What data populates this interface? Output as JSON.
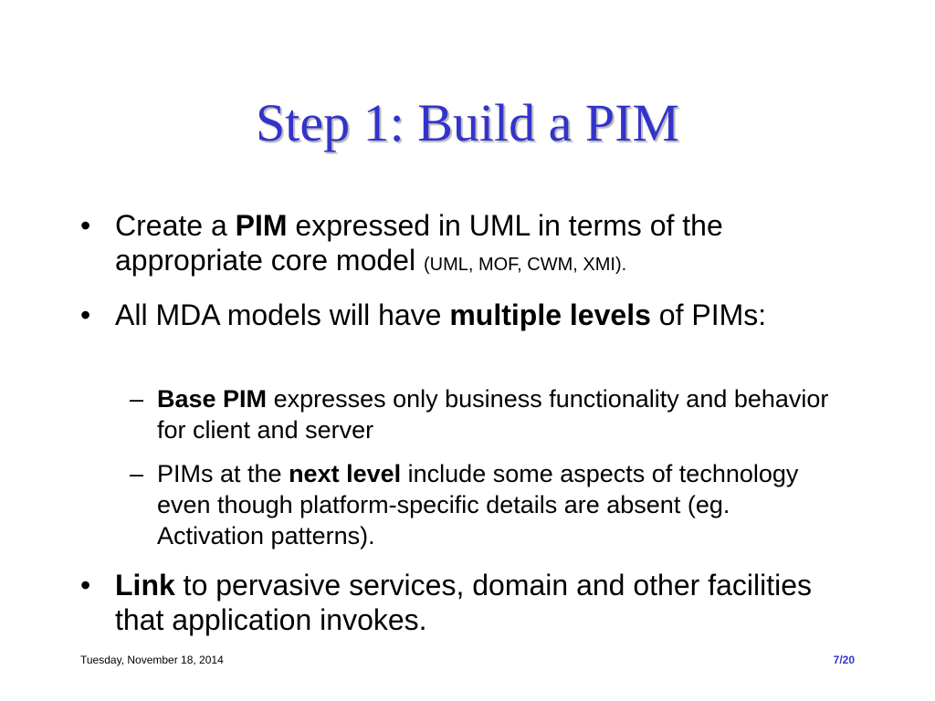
{
  "slide": {
    "title": "Step 1: Build a PIM",
    "bullets": [
      {
        "marker": "•",
        "parts": [
          {
            "text": "Create a "
          },
          {
            "text": "PIM",
            "bold": true
          },
          {
            "text": " expressed in UML in terms of the appropriate core model "
          },
          {
            "text": "(UML, MOF, CWM, XMI).",
            "small": true
          }
        ]
      },
      {
        "marker": "•",
        "parts": [
          {
            "text": "All MDA models will have "
          },
          {
            "text": "multiple levels",
            "bold": true
          },
          {
            "text": " of PIMs:"
          }
        ]
      },
      {
        "marker": "–",
        "parts": [
          {
            "text": "Base PIM",
            "bold": true
          },
          {
            "text": " expresses only business functionality and behavior for client and server"
          }
        ]
      },
      {
        "marker": "–",
        "parts": [
          {
            "text": "PIMs at the "
          },
          {
            "text": "next level",
            "bold": true
          },
          {
            "text": " include some aspects of technology even though platform-specific details are absent (eg. Activation patterns)."
          }
        ]
      },
      {
        "marker": "•",
        "parts": [
          {
            "text": "Link",
            "bold": true
          },
          {
            "text": " to pervasive services, domain and other facilities that application invokes."
          }
        ]
      }
    ],
    "footer": {
      "date": "Tuesday, November 18, 2014",
      "page": "7/20"
    }
  }
}
